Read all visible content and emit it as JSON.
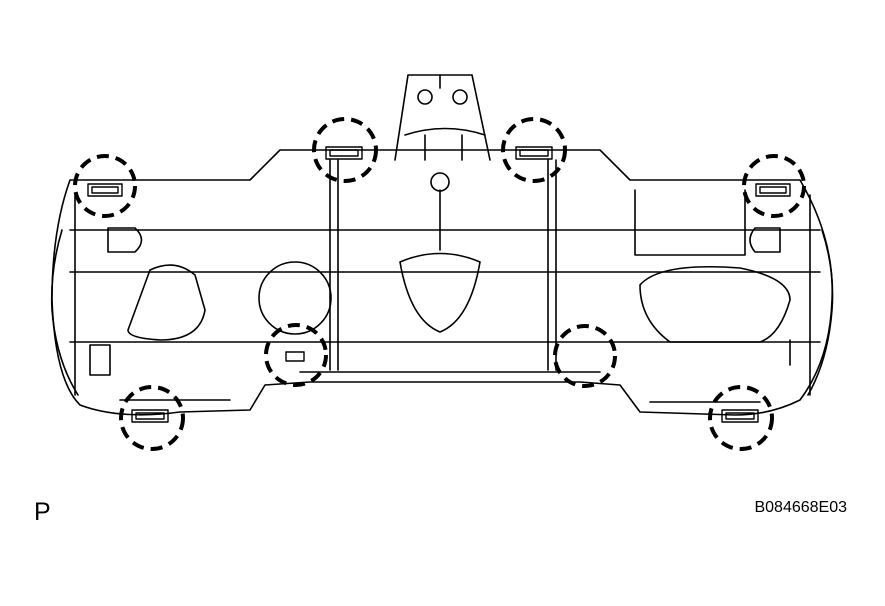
{
  "figure": {
    "view_label": "P",
    "figure_code": "B084668E03"
  },
  "diagram": {
    "subject": "component-with-mounting-clips",
    "line_color": "#000000",
    "background_color": "#ffffff",
    "highlight_style": "dashed-circle",
    "clip_locations": [
      "top-left-outer",
      "top-left-inner",
      "top-right-inner",
      "top-right-outer",
      "bottom-left-outer",
      "bottom-left-inner",
      "bottom-right-inner",
      "bottom-right-outer"
    ]
  }
}
